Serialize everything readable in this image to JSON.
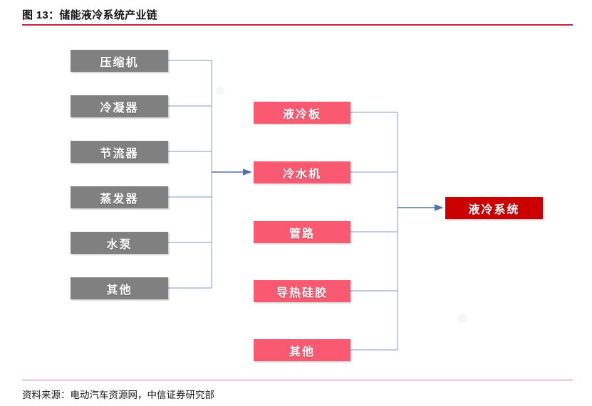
{
  "figure": {
    "title": "图 13：储能液冷系统产业链",
    "source": "资料来源：电动汽车资源网，中信证券研究部",
    "colors": {
      "title_rule": "#C0253B",
      "source_rule": "#E8748A",
      "gray_node": "#808080",
      "pink_node": "#FA5A71",
      "red_node": "#CC0000",
      "connector": "#5A7FB8"
    }
  },
  "diagram": {
    "type": "flow-chain",
    "columns": [
      {
        "id": "components",
        "style": "gray",
        "nodes": [
          {
            "label": "压缩机"
          },
          {
            "label": "冷凝器"
          },
          {
            "label": "节流器"
          },
          {
            "label": "蒸发器"
          },
          {
            "label": "水泵"
          },
          {
            "label": "其他"
          }
        ]
      },
      {
        "id": "subsystems",
        "style": "pink",
        "nodes": [
          {
            "label": "液冷板"
          },
          {
            "label": "冷水机"
          },
          {
            "label": "管路"
          },
          {
            "label": "导热硅胶"
          },
          {
            "label": "其他"
          }
        ]
      },
      {
        "id": "system",
        "style": "red",
        "nodes": [
          {
            "label": "液冷系统"
          }
        ]
      }
    ],
    "edges": [
      {
        "from": "components",
        "to": "冷水机",
        "kind": "bus-arrow"
      },
      {
        "from": "subsystems",
        "to": "液冷系统",
        "kind": "bus-arrow"
      }
    ]
  }
}
